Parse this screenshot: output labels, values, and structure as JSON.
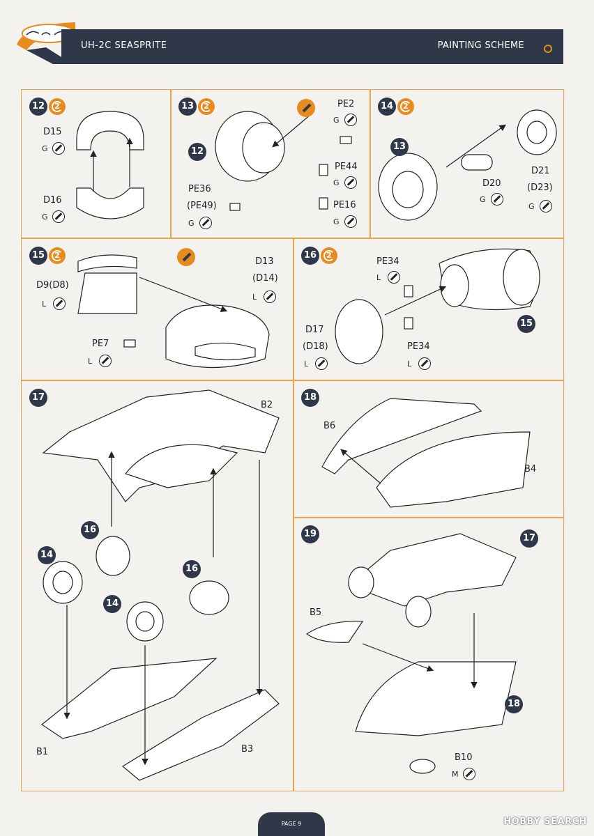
{
  "header": {
    "title": "UH-2C SEASPRITE",
    "section": "PAINTING SCHEME"
  },
  "footer": {
    "page": "PAGE 9"
  },
  "watermark": "HOBBY SEARCH",
  "paint_codes": {
    "g": "G",
    "l": "L",
    "m": "M"
  },
  "colors": {
    "accent": "#e88b1f",
    "navy": "#2e3848",
    "panel_border": "#e8a44a"
  },
  "steps": {
    "s12": {
      "number": "12",
      "rot": "2",
      "parts": {
        "d15": "D15",
        "d16": "D16"
      }
    },
    "s13": {
      "number": "13",
      "rot": "2",
      "sub": "12",
      "parts": {
        "pe2": "PE2",
        "pe44": "PE44",
        "pe36": "PE36",
        "pe49": "(PE49)",
        "pe16": "PE16"
      }
    },
    "s14": {
      "number": "14",
      "rot": "2",
      "sub": "13",
      "parts": {
        "d20": "D20",
        "d21": "D21",
        "d23": "(D23)"
      }
    },
    "s15": {
      "number": "15",
      "rot": "2",
      "parts": {
        "d9": "D9(D8)",
        "d13": "D13",
        "d14": "(D14)",
        "pe7": "PE7"
      }
    },
    "s16": {
      "number": "16",
      "rot": "2",
      "sub": "15",
      "parts": {
        "pe34a": "PE34",
        "pe34b": "PE34",
        "d17": "D17",
        "d18": "(D18)"
      }
    },
    "s17": {
      "number": "17",
      "sub14": "14",
      "sub16": "16",
      "parts": {
        "b1": "B1",
        "b2": "B2",
        "b3": "B3"
      }
    },
    "s18": {
      "number": "18",
      "parts": {
        "b4": "B4",
        "b6": "B6"
      }
    },
    "s19": {
      "number": "19",
      "sub17": "17",
      "sub18": "18",
      "parts": {
        "b5": "B5",
        "b10": "B10"
      }
    }
  }
}
